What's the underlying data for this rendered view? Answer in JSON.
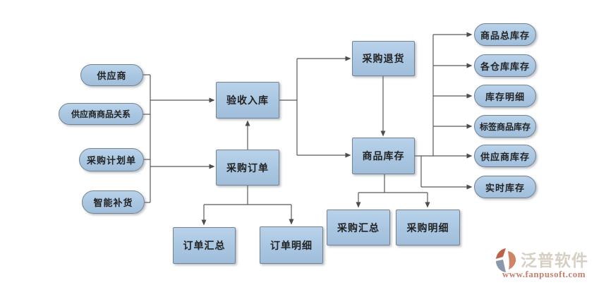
{
  "diagram": {
    "sources": [
      {
        "label": "供应商"
      },
      {
        "label": "供应商商品关系"
      },
      {
        "label": "采购计划单"
      },
      {
        "label": "智能补货"
      }
    ],
    "processes": [
      {
        "label": "验收入库"
      },
      {
        "label": "采购订单"
      },
      {
        "label": "采购退货"
      },
      {
        "label": "商品库存"
      }
    ],
    "order_reports": [
      {
        "label": "订单汇总"
      },
      {
        "label": "订单明细"
      }
    ],
    "purchase_reports": [
      {
        "label": "采购汇总"
      },
      {
        "label": "采购明细"
      }
    ],
    "inventory_views": [
      {
        "label": "商品总库存"
      },
      {
        "label": "各仓库库存"
      },
      {
        "label": "库存明细"
      },
      {
        "label": "标签商品库存"
      },
      {
        "label": "供应商库存"
      },
      {
        "label": "实时库存"
      }
    ]
  },
  "watermark": {
    "brand": "泛普软件",
    "url": "www.fanpusoft.com"
  },
  "colors": {
    "node_fill": "#aac6e1",
    "node_border": "#74828f",
    "connector": "#595959",
    "brand_text": "#d6cfc4",
    "brand_url": "#c5806d"
  }
}
